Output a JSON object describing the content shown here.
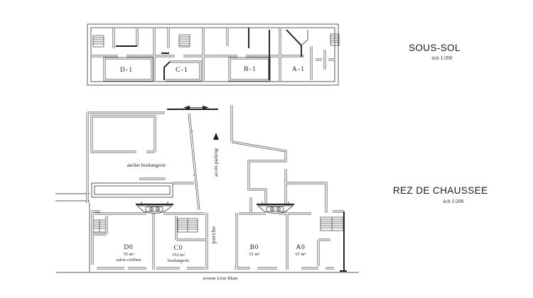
{
  "plan": {
    "background": "#ffffff",
    "wall_color": "#4a4a4a",
    "accent_color": "#1c1c1c"
  },
  "basement": {
    "title": "SOUS-SOL",
    "scale": "éch 1/200",
    "rooms": [
      {
        "label": "D-1"
      },
      {
        "label": "C-1"
      },
      {
        "label": "B-1"
      },
      {
        "label": "A-1"
      }
    ]
  },
  "ground": {
    "title": "REZ DE CHAUSSEE",
    "scale": "éch 1/200",
    "workshop_label": "atelier boulangerie",
    "parking_label": "accès parking",
    "porch_label": "porche",
    "street_label": "avenue Léon Blum",
    "units": [
      {
        "id": "D0",
        "area": "35 m²",
        "use": "salon coiffure"
      },
      {
        "id": "C0",
        "area": "152 m²",
        "use": "boulangerie"
      },
      {
        "id": "B0",
        "area": "51 m²",
        "use": ""
      },
      {
        "id": "A0",
        "area": "67 m²",
        "use": ""
      }
    ]
  }
}
